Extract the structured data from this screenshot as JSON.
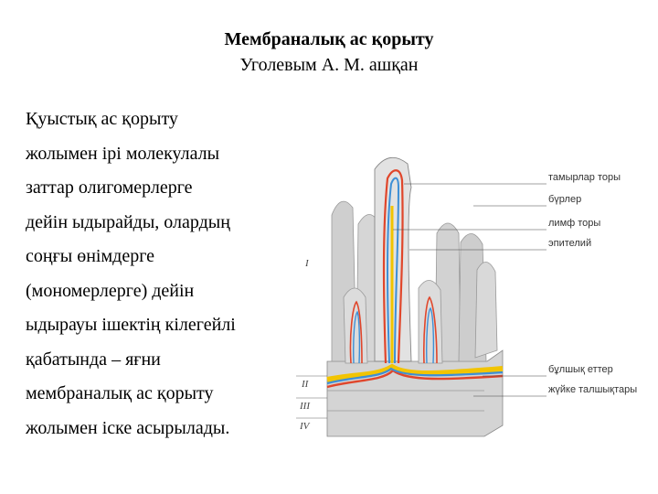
{
  "slide": {
    "title": "Мембраналық ас қорыту",
    "subtitle": "Уголевым А. М. ашқан",
    "body_lines": [
      "Қуыстық ас қорыту",
      "жолымен ірі молекулалы",
      "заттар олигомерлерге",
      "дейін ыдырайды, олардың",
      "соңғы өнімдерге",
      "(мономерлерге) дейін",
      "ыдырауы ішектің кілегейлі",
      "қабатында – яғни",
      "мембраналық ас қорыту",
      "жолымен іске асырылады."
    ]
  },
  "figure": {
    "labels": [
      "тамырлар торы",
      "бүрлер",
      "лимф торы",
      "эпителий",
      "бұлшық еттер",
      "жүйке талшықтары"
    ],
    "layer_markers": [
      "I",
      "II",
      "III",
      "IV"
    ],
    "colors": {
      "artery": "#e0462b",
      "vein": "#3d8fd6",
      "lymph": "#f2c400",
      "tissue": "#c9c9c9"
    }
  }
}
